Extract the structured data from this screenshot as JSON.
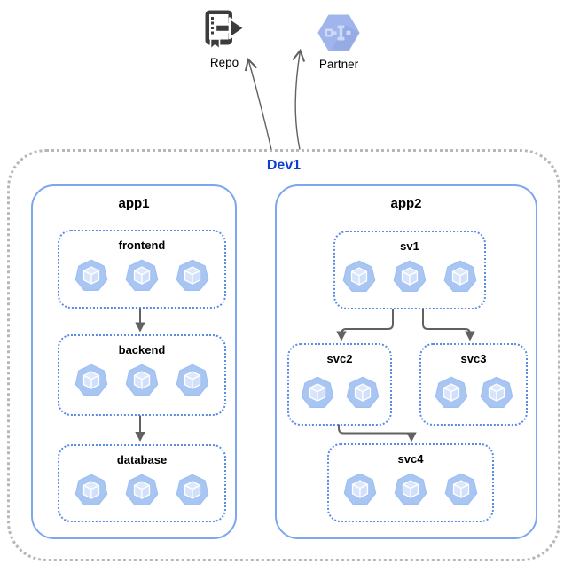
{
  "external": {
    "repo": {
      "label": "Repo",
      "icon": "source-repository-icon"
    },
    "partner": {
      "label": "Partner",
      "icon": "partner-hexagon-icon"
    }
  },
  "boundary": {
    "label": "Dev1"
  },
  "apps": {
    "app1": {
      "label": "app1",
      "services": {
        "frontend": {
          "label": "frontend",
          "pods": 3
        },
        "backend": {
          "label": "backend",
          "pods": 3
        },
        "database": {
          "label": "database",
          "pods": 3
        }
      }
    },
    "app2": {
      "label": "app2",
      "services": {
        "sv1": {
          "label": "sv1",
          "pods": 3
        },
        "svc2": {
          "label": "svc2",
          "pods": 2
        },
        "svc3": {
          "label": "svc3",
          "pods": 2
        },
        "svc4": {
          "label": "svc4",
          "pods": 3
        }
      }
    }
  },
  "edges": [
    {
      "from": "frontend",
      "to": "backend"
    },
    {
      "from": "backend",
      "to": "database"
    },
    {
      "from": "sv1",
      "to": "svc2"
    },
    {
      "from": "sv1",
      "to": "svc3"
    },
    {
      "from": "svc2",
      "to": "svc4"
    },
    {
      "from": "Dev1",
      "to": "Repo"
    },
    {
      "from": "Dev1",
      "to": "Partner"
    }
  ],
  "colors": {
    "boundary_border": "#b7b7b7",
    "app_border": "#7ea6ef",
    "service_border": "#5b8be8",
    "boundary_label": "#0b3fd0",
    "arrow": "#616161",
    "pod_body": "#a9c6f3",
    "pod_cube": "#d7e4fb",
    "hexagon": "#9fb5ec",
    "repo_icon": "#3c3c3c"
  }
}
